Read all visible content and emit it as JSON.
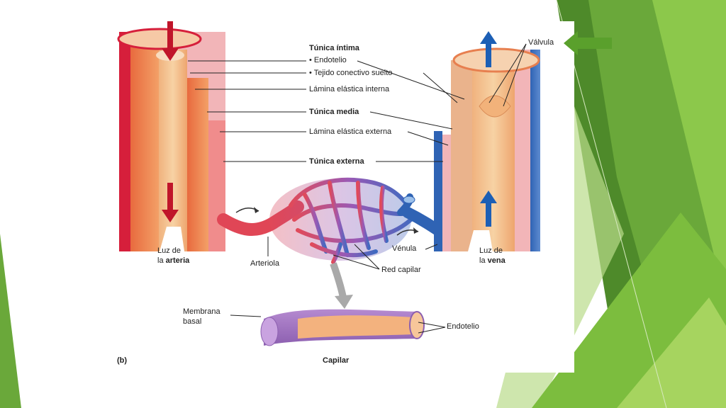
{
  "slide": {
    "accent_colors": {
      "green_dark": "#5a8f2a",
      "green_mid": "#7db83a",
      "green_light": "#b7dd7b"
    }
  },
  "figure": {
    "panel_letter": "(b)",
    "labels": {
      "tunica_intima": "Túnica íntima",
      "endotelio_bullet": "• Endotelio",
      "tejido": "• Tejido conectivo suelto",
      "lamina_interna": "Lámina elástica interna",
      "tunica_media": "Túnica media",
      "lamina_externa": "Lámina elástica externa",
      "tunica_externa": "Túnica externa",
      "valvula": "Válvula",
      "luz_arteria_1": "Luz de",
      "luz_arteria_2a": "la ",
      "luz_arteria_2b": "arteria",
      "arteriola": "Arteriola",
      "venula": "Vénula",
      "red_capilar": "Red capilar",
      "luz_vena_1": "Luz de",
      "luz_vena_2a": "la ",
      "luz_vena_2b": "vena",
      "membrana_1": "Membrana",
      "membrana_2": "basal",
      "endotelio": "Endotelio",
      "capilar": "Capilar"
    },
    "colors": {
      "artery_red": "#c8102e",
      "vein_blue": "#1f5fb0",
      "flow_arrow_red": "#c0152a",
      "flow_arrow_blue": "#1c5fb5",
      "pointer_green": "#5aa02c"
    }
  }
}
